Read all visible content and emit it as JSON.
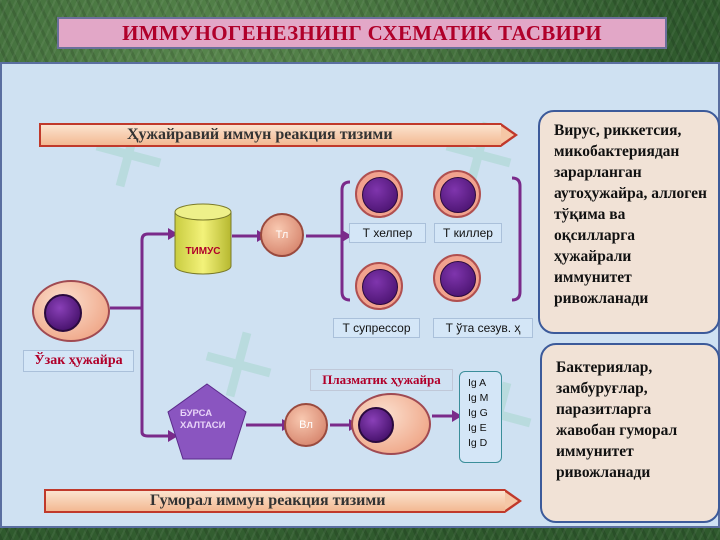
{
  "title": "ИММУНОГЕНЕЗНИНГ СХЕМАТИК ТАСВИРИ",
  "cellular_arrow": "Ҳужайравий иммун реакция тизими",
  "humoral_arrow": "Гуморал иммун реакция тизими",
  "stem_cell_label": "Ўзак ҳужайра",
  "thymus_label": "ТИМУС",
  "bursa_label": "БУРСА ХАЛТАСИ",
  "tl_label": "Тл",
  "bl_label": "Вл",
  "t_helper": "Т хелпер",
  "t_killer": "Т киллер",
  "t_suppressor": "Т супрессор",
  "t_memory": "Т ўта сезув. ҳ",
  "plasma_label": "Плазматик ҳужайра",
  "immunoglobulins": [
    "Ig A",
    "Ig M",
    "Ig G",
    "Ig E",
    "Ig D"
  ],
  "cellular_box_text": "Вирус, риккетсия, микобактериядан зарарланган аутоҳужайра, аллоген тўқима ва оқсилларга ҳужайрали иммунитет ривожланади",
  "humoral_box_text": "Бактериялар, замбуруғлар, паразитларга жавобан гуморал иммунитет ривожланади",
  "colors": {
    "title_text": "#b0002a",
    "title_bg": "#e2a7c7",
    "panel_bg": "#cfe1f2",
    "nucleus": "#5a1a82",
    "lines": "#7a2a8a"
  }
}
